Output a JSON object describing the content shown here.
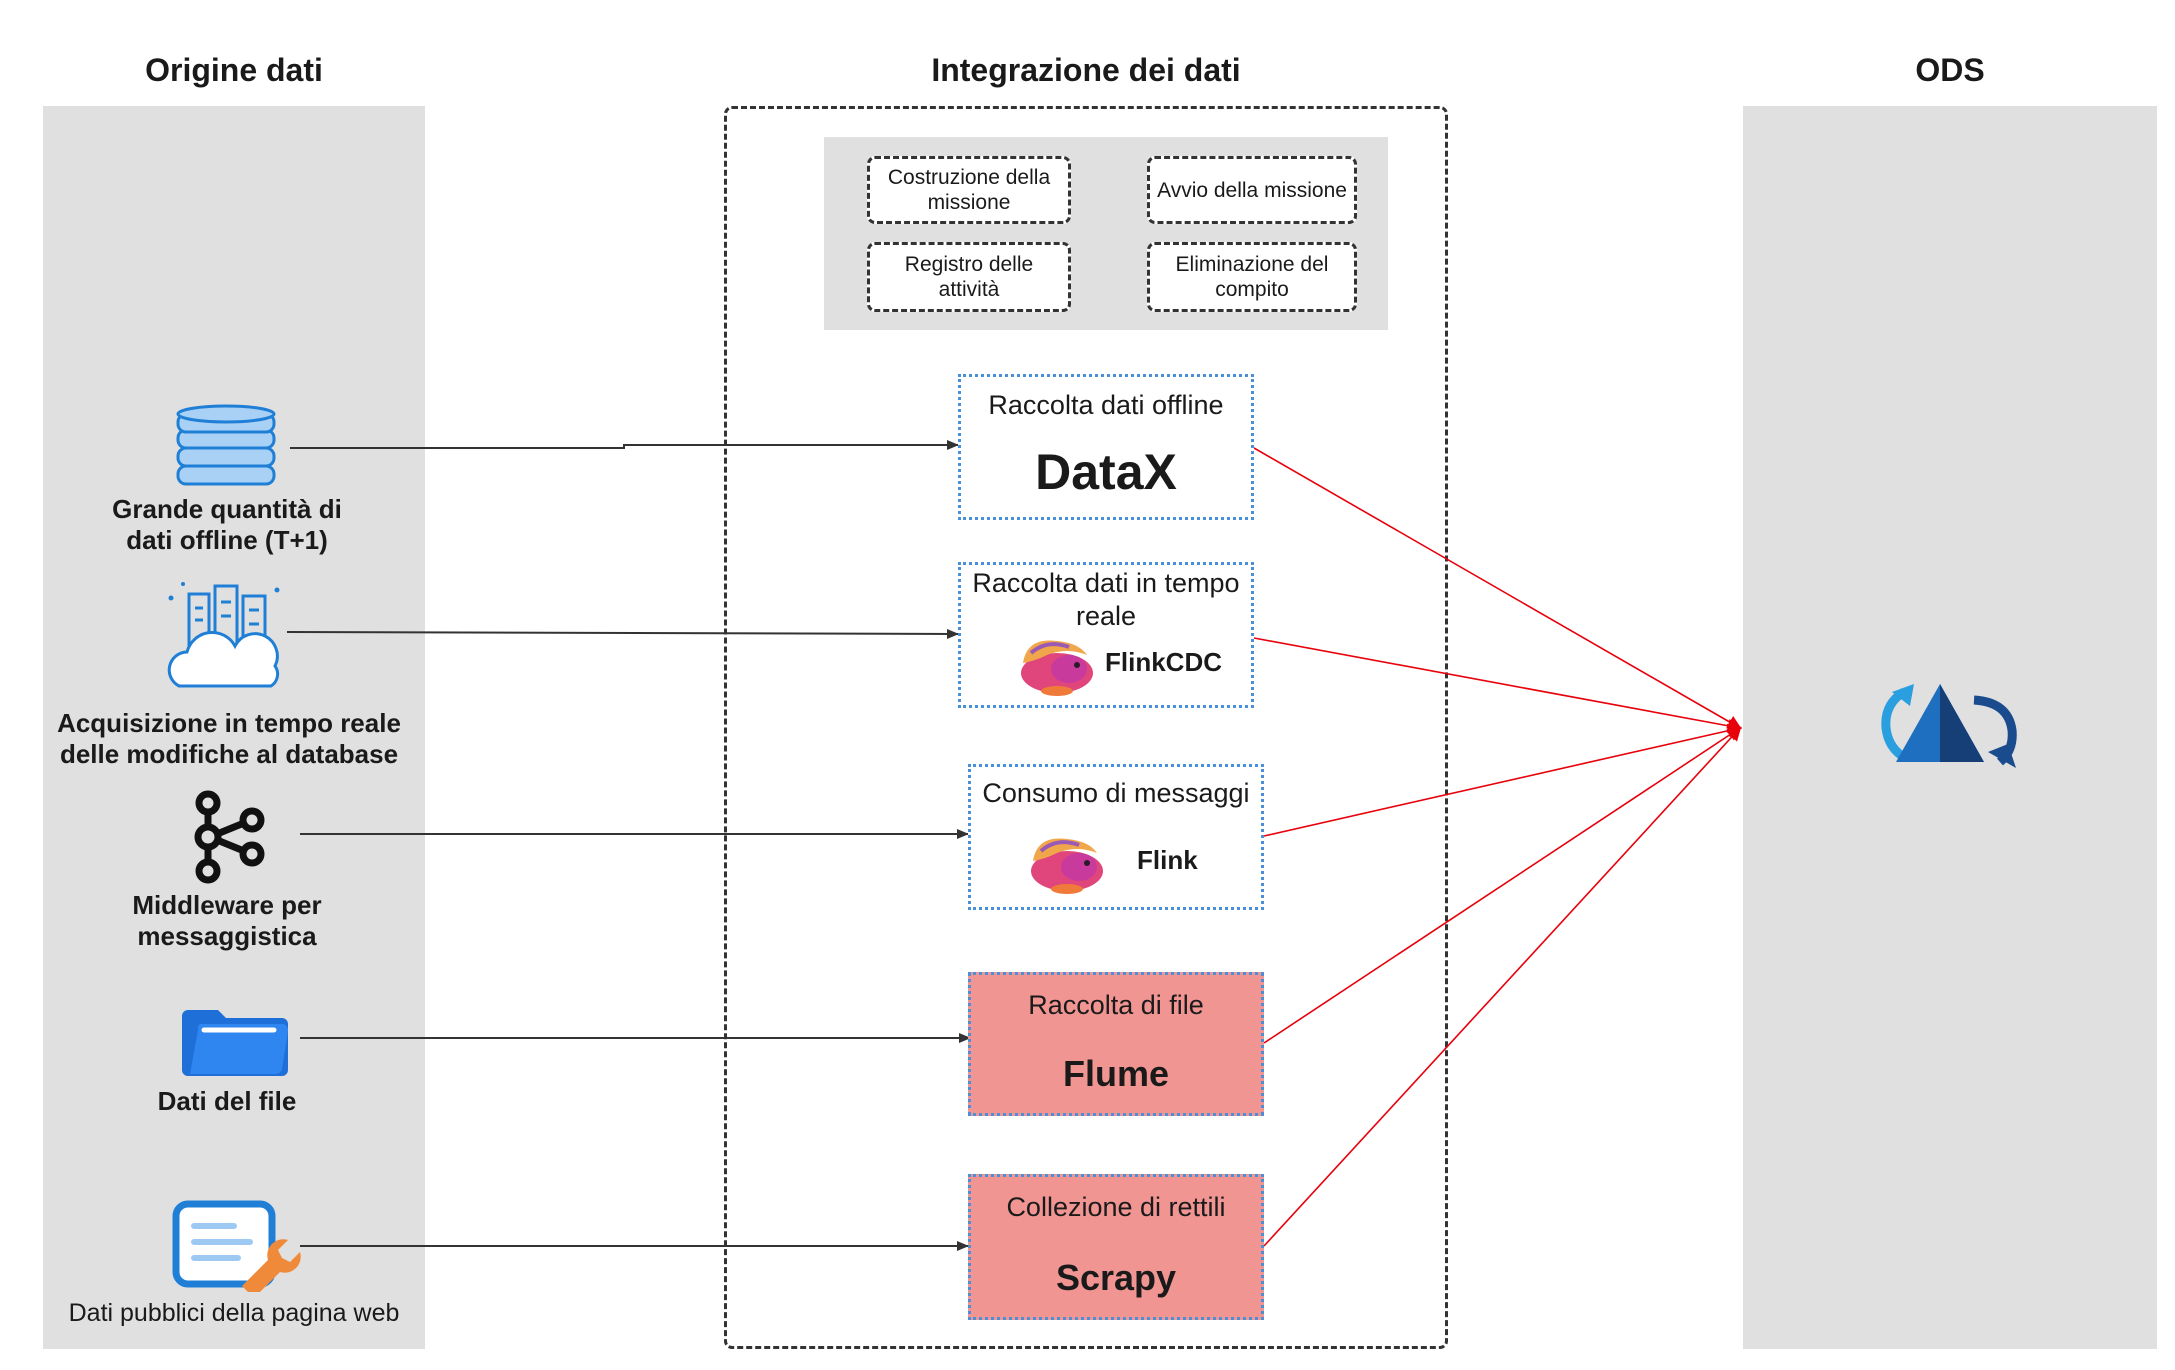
{
  "columns": {
    "source_title": "Origine dati",
    "integration_title": "Integrazione dei dati",
    "ods_title": "ODS"
  },
  "tasks": {
    "build": "Costruzione della missione",
    "start": "Avvio della missione",
    "log": "Registro delle attività",
    "delete": "Eliminazione del compito"
  },
  "sources": {
    "offline": "Grande quantità di dati offline (T+1)",
    "realtime": "Acquisizione in tempo reale delle modifiche al database",
    "mq": "Middleware per messaggistica",
    "file": "Dati del file",
    "web": "Dati pubblici della pagina web"
  },
  "tools": {
    "datax": {
      "title": "Raccolta dati offline",
      "name": "DataX"
    },
    "flinkcdc": {
      "title": "Raccolta dati in tempo reale",
      "name": "FlinkCDC"
    },
    "flink": {
      "title": "Consumo di messaggi",
      "name": "Flink"
    },
    "flume": {
      "title": "Raccolta di file",
      "name": "Flume"
    },
    "scrapy": {
      "title": "Collezione di rettili",
      "name": "Scrapy"
    }
  },
  "colors": {
    "column_bg": "#e0e0e0",
    "red_box": "#f19593",
    "dotted_border": "#4a90d9",
    "red_line": "#e8000b",
    "icon_blue": "#1f7fd6"
  }
}
